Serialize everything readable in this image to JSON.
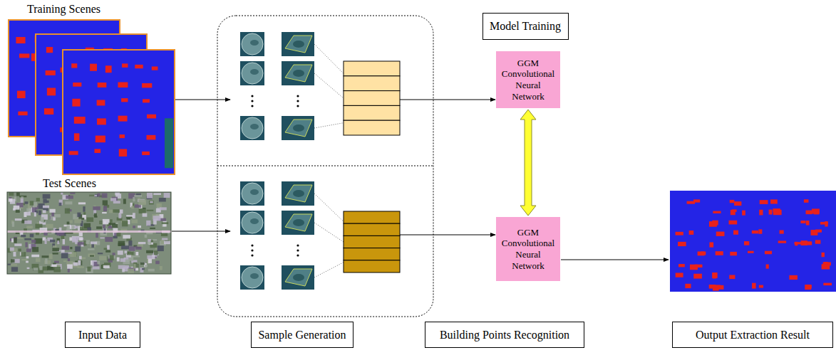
{
  "diagram": {
    "nodes": [
      {
        "text": [
          "Training Scenes"
        ]
      },
      {
        "text": [
          "Model Training"
        ]
      },
      {
        "text": [
          "GGM Convolutional Neural Network"
        ]
      },
      {
        "text": [
          "Test Scenes"
        ]
      },
      {
        "text": [
          "GGM Convolutional Neural Network"
        ]
      },
      {
        "text": [
          "Input Data"
        ]
      },
      {
        "text": [
          "Sample Generation"
        ]
      },
      {
        "text": [
          "Building Points Recognition"
        ]
      },
      {
        "text": [
          "Output Extraction Result"
        ]
      }
    ],
    "edges": [
      {
        "from": 2,
        "to": 4,
        "arrow": "both"
      }
    ]
  }
}
